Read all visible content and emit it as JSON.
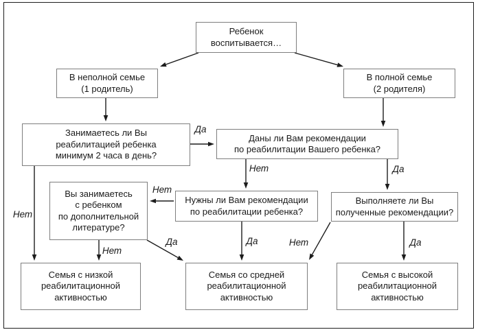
{
  "colors": {
    "background": "#ffffff",
    "frame": "#1c1c1c",
    "box_border": "#7d7d7d",
    "line": "#1c1c1c",
    "text": "#1a1a1a"
  },
  "nodes": {
    "root": {
      "lines": [
        "Ребенок",
        "воспитывается…"
      ]
    },
    "single_parent": {
      "lines": [
        "В неполной семье",
        "(1 родитель)"
      ]
    },
    "two_parents": {
      "lines": [
        "В полной семье",
        "(2 родителя)"
      ]
    },
    "rehab_two_hours": {
      "lines": [
        "Занимаетесь ли Вы",
        "реабилитацией ребенка",
        "минимум 2 часа в день?"
      ]
    },
    "recommendations_given": {
      "lines": [
        "Даны ли Вам рекомендации",
        "по реабилитации Вашего ребенка?"
      ]
    },
    "extra_literature": {
      "lines": [
        "Вы занимаетесь",
        "с ребенком",
        "по дополнительной",
        "литературе?"
      ]
    },
    "recommendations_needed": {
      "lines": [
        "Нужны ли Вам рекомендации",
        "по реабилитации ребенка?"
      ]
    },
    "follow_recommendations": {
      "lines": [
        "Выполняете ли Вы",
        "полученные рекомендации?"
      ]
    },
    "low_activity": {
      "lines": [
        "Семья с низкой",
        "реабилитационной",
        "активностью"
      ]
    },
    "medium_activity": {
      "lines": [
        "Семья со средней",
        "реабилитационной",
        "активностью"
      ]
    },
    "high_activity": {
      "lines": [
        "Семья с высокой",
        "реабилитационной",
        "активностью"
      ]
    }
  },
  "edge_labels": {
    "yes_rehab_to_recs": "Да",
    "no_rehab_to_low": "Нет",
    "no_recs_to_needed": "Нет",
    "yes_recs_to_follow": "Да",
    "no_needed_to_literature": "Нет",
    "yes_needed_to_medium": "Да",
    "no_literature_to_low": "Нет",
    "yes_literature_to_medium": "Да",
    "no_follow_to_medium": "Нет",
    "yes_follow_to_high": "Да"
  }
}
